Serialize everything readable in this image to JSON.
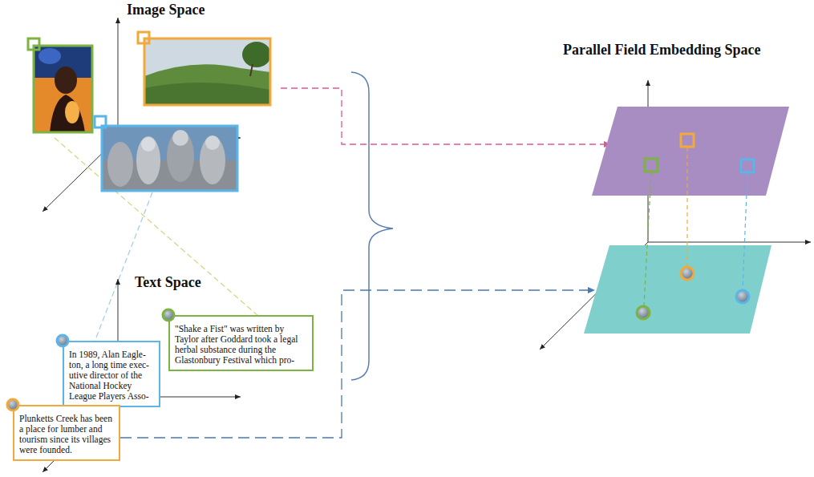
{
  "diagram": {
    "nodes": [
      {
        "text": [
          "\"Shake a Fist\" was written by Taylor after Goddard took a legal herbal substance during the Glastonbury Festival which pro-"
        ]
      },
      {
        "text": [
          "In 1989, Alan Eagle- ton, a long time exec- utive director of the National Hockey League Players Asso-"
        ]
      },
      {
        "text": [
          "Plunketts Creek has been a place for lumber and tourism since its villages were founded."
        ]
      }
    ],
    "labels": [
      "Image Space",
      "Text Space",
      "Parallel Field Embedding Space"
    ]
  }
}
